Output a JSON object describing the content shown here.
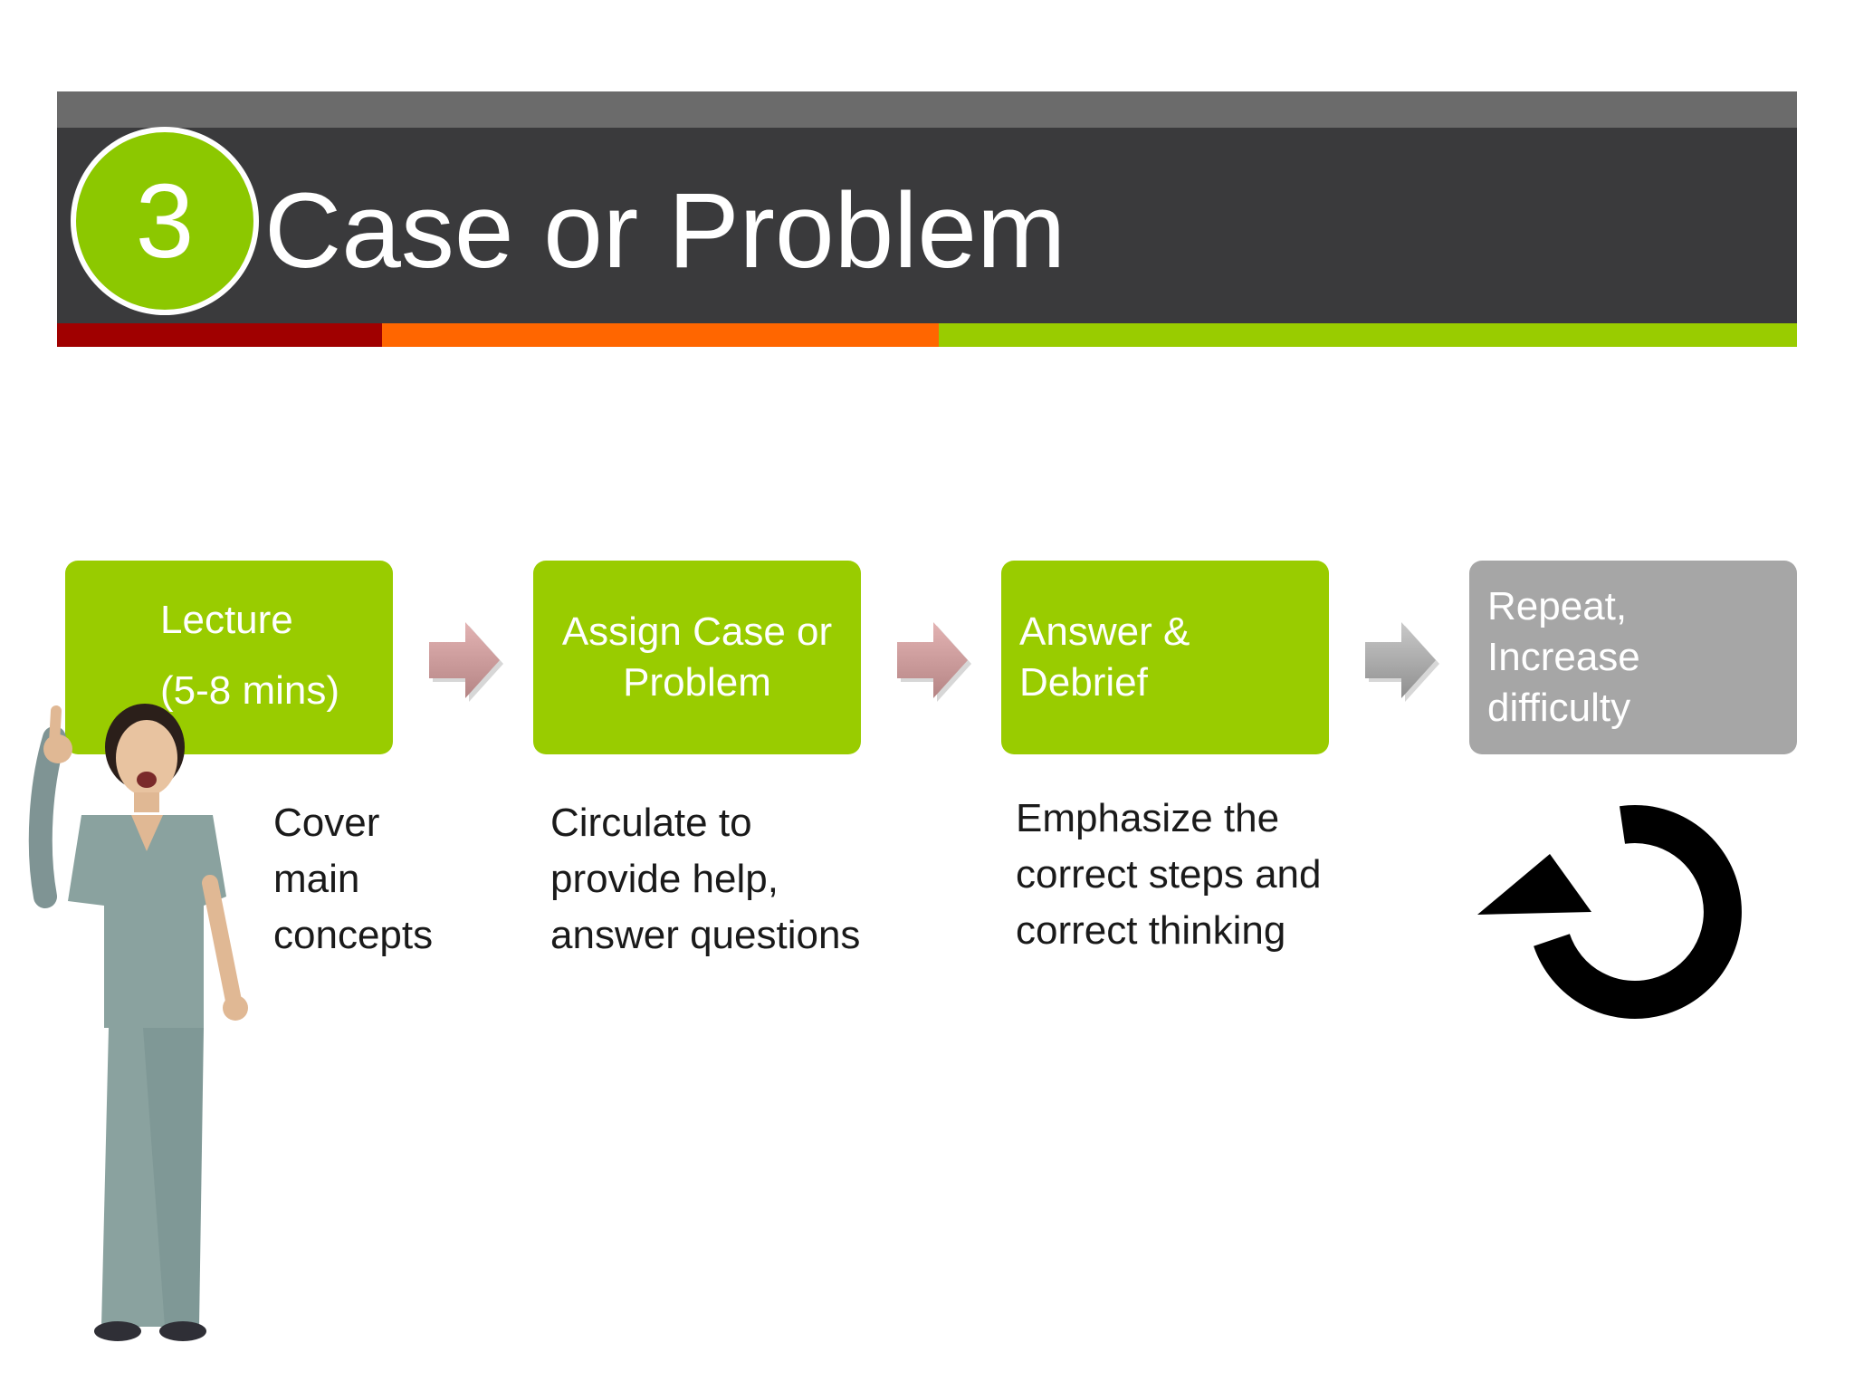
{
  "slide": {
    "number": "3",
    "title": "Case or Problem"
  },
  "colors": {
    "header_dark": "#3a3a3c",
    "header_top": "#6b6b6b",
    "accent_red": "#a00000",
    "accent_orange": "#ff6600",
    "accent_green": "#99cc00",
    "step_gray": "#a6a6a6"
  },
  "steps": [
    {
      "label_line1": "Lecture",
      "label_line2": "(5-8 mins)",
      "desc": [
        "Cover",
        "main",
        "concepts"
      ]
    },
    {
      "label_line1": "Assign Case or",
      "label_line2": "Problem",
      "desc": [
        "Circulate to",
        "provide help,",
        "answer questions"
      ]
    },
    {
      "label_line1": "Answer &",
      "label_line2": "Debrief",
      "desc": [
        "Emphasize the",
        "correct steps and",
        "correct thinking"
      ]
    },
    {
      "label_line1": "Repeat,",
      "label_line2": "Increase",
      "label_line3": "difficulty"
    }
  ],
  "icons": [
    "right-arrow-icon",
    "refresh-cycle-icon",
    "pointing-person-illustration"
  ]
}
